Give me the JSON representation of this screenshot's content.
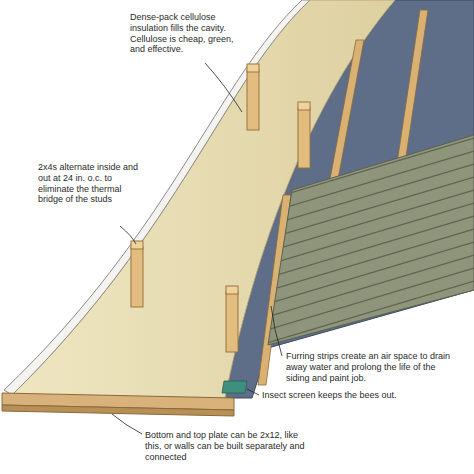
{
  "diagram": {
    "labels": [
      "Dense-pack cellulose insulation fills the cavity. Cellulose is cheap, green, and effective.",
      "2x4s alternate inside and out at 24 in. o.c. to eliminate the thermal bridge of the studs",
      "Furring strips create an air space to drain away water and prolong the life of the siding and paint job.",
      "Insect screen keeps the bees out.",
      "Bottom and top plate can be 2x12, like this, or walls can be built separately and connected"
    ]
  }
}
